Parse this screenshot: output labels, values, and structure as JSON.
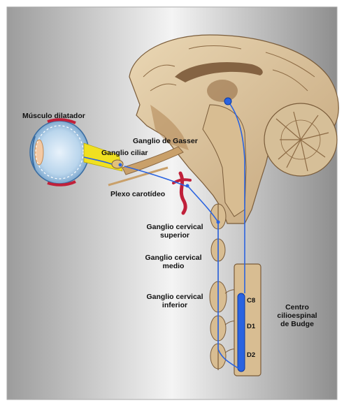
{
  "labels": {
    "musculo_dilatador": "Músculo dilatador",
    "ganglio_gasser": "Ganglio de Gasser",
    "ganglio_ciliar": "Ganglio ciliar",
    "plexo_carotideo": "Plexo carotídeo",
    "ganglio_cervical_superior_l1": "Ganglio cervical",
    "ganglio_cervical_superior_l2": "superior",
    "ganglio_cervical_medio_l1": "Ganglio cervical",
    "ganglio_cervical_medio_l2": "medio",
    "ganglio_cervical_inferior_l1": "Ganglio cervical",
    "ganglio_cervical_inferior_l2": "inferior",
    "centro_l1": "Centro",
    "centro_l2": "cilioespinal",
    "centro_l3": "de Budge",
    "c8": "C8",
    "d1": "D1",
    "d2": "D2"
  },
  "colors": {
    "pathway": "#2a63e0",
    "muscle": "#c0203a",
    "optic_nerve": "#f0e020",
    "bone_tissue": "#d9c29a"
  }
}
